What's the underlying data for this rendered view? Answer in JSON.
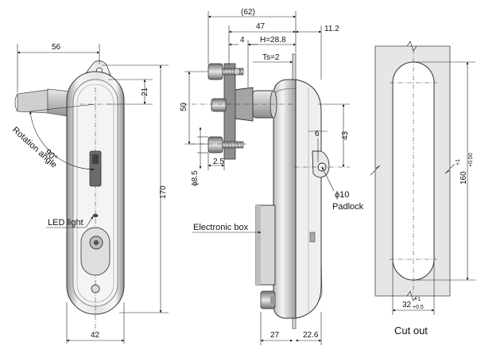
{
  "dimensions": {
    "front_width_top": "56",
    "front_offset_top": "21",
    "front_height": "170",
    "front_width_bottom": "42",
    "overall_depth": "(62)",
    "depth_47": "47",
    "panel_11_2": "11.2",
    "dim_4": "4",
    "h_value": "H=28.8",
    "ts_value": "Ts=2",
    "dim_50": "50",
    "dim_6": "6",
    "dim_43": "43",
    "dia_8_5": "ϕ8.5",
    "dim_2_5": "2.5",
    "dia_10": "ϕ10",
    "dim_27": "27",
    "dim_22_6": "22.6",
    "cutout_height": "160",
    "cutout_height_tol_upper": "+1",
    "cutout_height_tol_lower": "+0.50",
    "cutout_width": "32",
    "cutout_width_tol_upper": "+1",
    "cutout_width_tol_lower": "+0.5"
  },
  "labels": {
    "rotation_angle_value": "90°",
    "rotation_angle_text": "Rotation angle",
    "led_light": "LED light",
    "electronic_box": "Electronic box",
    "padlock": "Padlock",
    "cut_out": "Cut out"
  },
  "colors": {
    "metal_light": "#f2f2f2",
    "metal_mid": "#c9c9c9",
    "metal_dark": "#7a7a7a",
    "panel_gray": "#e6e6e6",
    "cutout_fill": "#ffffff"
  }
}
